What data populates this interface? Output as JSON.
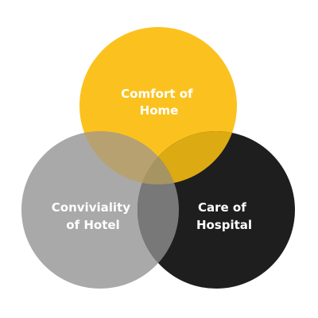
{
  "diagram": {
    "type": "venn",
    "sets": [
      {
        "id": "home",
        "label_lines": [
          "Comfort of",
          "Home"
        ],
        "color": "#FBC21F"
      },
      {
        "id": "hotel",
        "label_lines": [
          "Conviviality",
          "of Hotel"
        ],
        "color": "#A9A9A9"
      },
      {
        "id": "hospital",
        "label_lines": [
          "Care of",
          "Hospital"
        ],
        "color": "#1E1E1E"
      }
    ],
    "overlaps": {
      "home_hotel": "#B7A170",
      "home_hospital": "#DCAA12",
      "hotel_hospital": "#787878",
      "center": "#A69463"
    }
  }
}
